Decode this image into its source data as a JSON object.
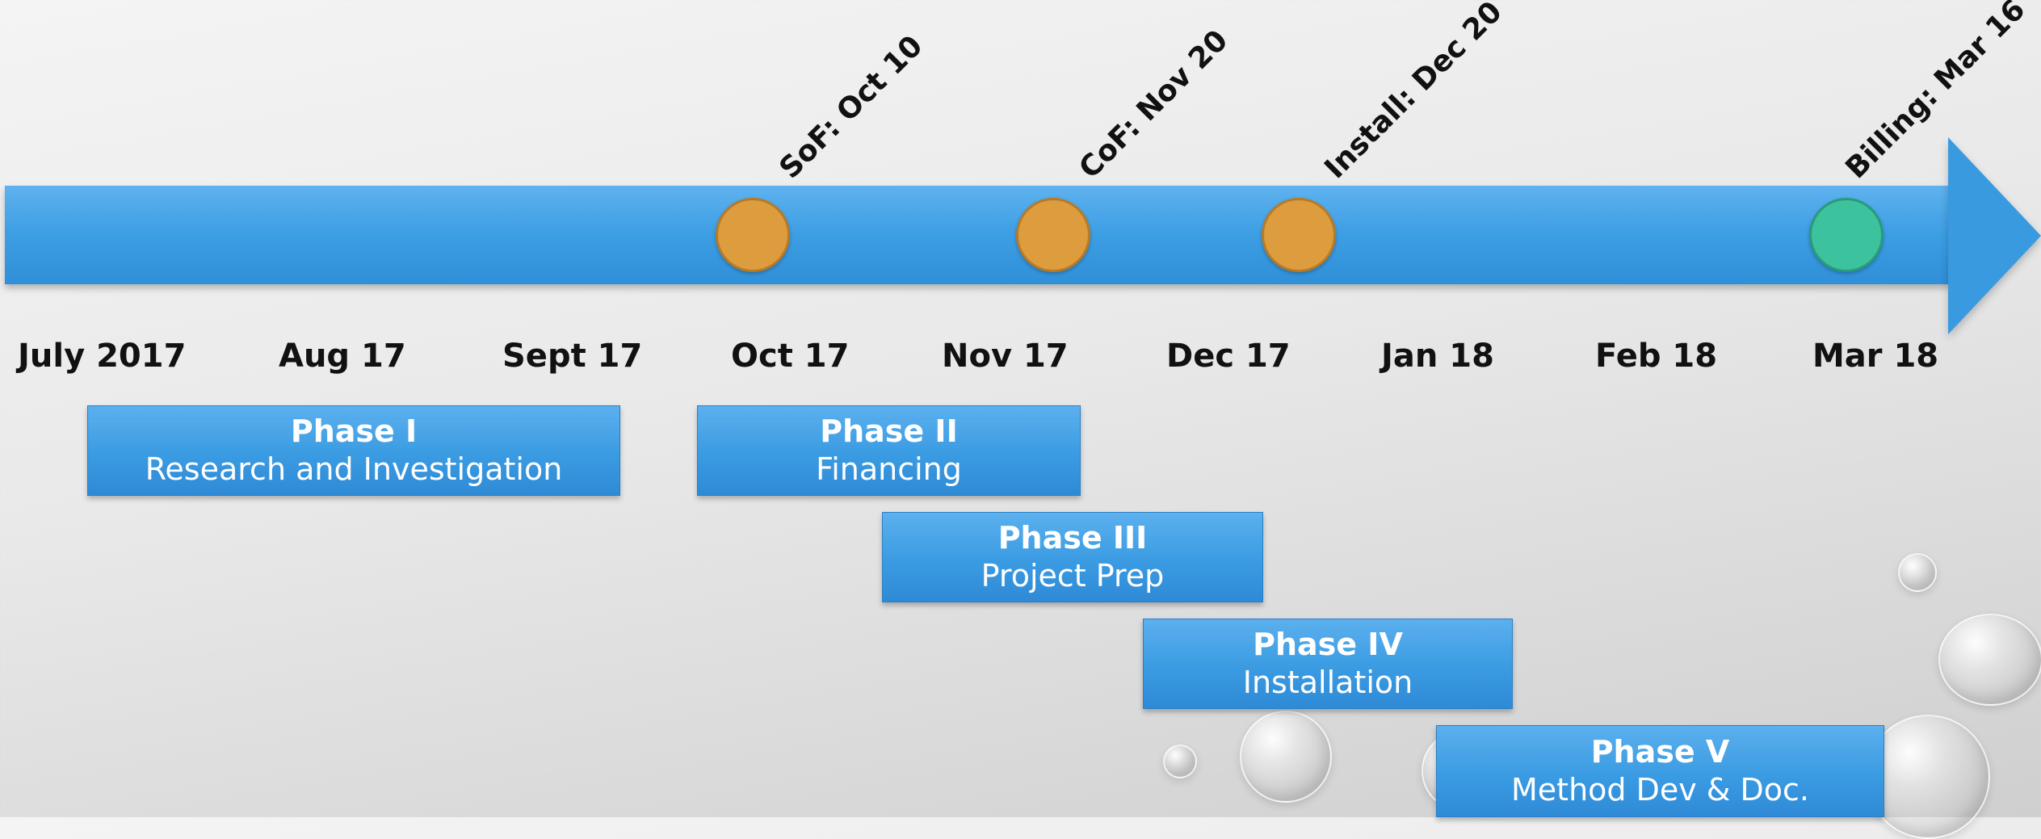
{
  "timeline": {
    "months": [
      "July 2017",
      "Aug 17",
      "Sept 17",
      "Oct 17",
      "Nov 17",
      "Dec 17",
      "Jan 18",
      "Feb 18",
      "Mar 18"
    ],
    "milestones": [
      {
        "label": "SoF: Oct 10",
        "color": "#dd9c3e"
      },
      {
        "label": "CoF: Nov 20",
        "color": "#dd9c3e"
      },
      {
        "label": "Install: Dec 20",
        "color": "#dd9c3e"
      },
      {
        "label": "Billing: Mar 16",
        "color": "#3cc39e"
      }
    ],
    "phases": [
      {
        "title": "Phase I",
        "description": "Research and Investigation"
      },
      {
        "title": "Phase II",
        "description": "Financing"
      },
      {
        "title": "Phase III",
        "description": "Project Prep"
      },
      {
        "title": "Phase IV",
        "description": "Installation"
      },
      {
        "title": "Phase V",
        "description": "Method Dev & Doc."
      }
    ]
  },
  "colors": {
    "arrow": "#3a9ae0",
    "phase_box": "#3a9be2",
    "milestone_orange": "#dd9c3e",
    "milestone_green": "#3cc39e"
  }
}
